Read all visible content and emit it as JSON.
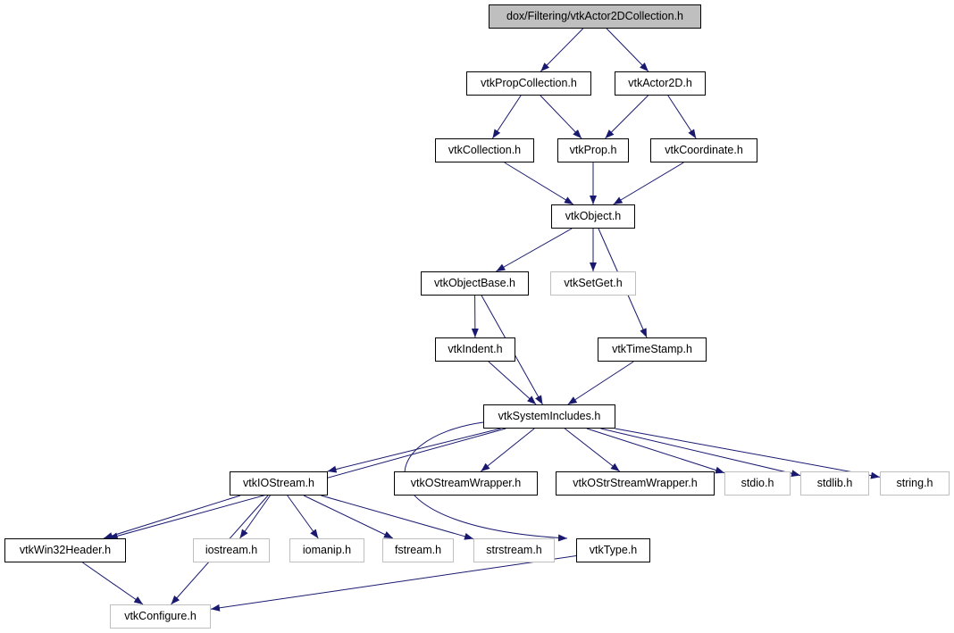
{
  "graph": {
    "edge_color": "#191970",
    "nodes": [
      {
        "id": "root",
        "label": "dox/Filtering/vtkActor2DCollection.h",
        "kind": "root"
      },
      {
        "id": "propcoll",
        "label": "vtkPropCollection.h",
        "kind": "doc"
      },
      {
        "id": "actor2d",
        "label": "vtkActor2D.h",
        "kind": "doc"
      },
      {
        "id": "collection",
        "label": "vtkCollection.h",
        "kind": "doc"
      },
      {
        "id": "prop",
        "label": "vtkProp.h",
        "kind": "doc"
      },
      {
        "id": "coordinate",
        "label": "vtkCoordinate.h",
        "kind": "doc"
      },
      {
        "id": "object",
        "label": "vtkObject.h",
        "kind": "doc"
      },
      {
        "id": "objectbase",
        "label": "vtkObjectBase.h",
        "kind": "doc"
      },
      {
        "id": "setget",
        "label": "vtkSetGet.h",
        "kind": "ext"
      },
      {
        "id": "indent",
        "label": "vtkIndent.h",
        "kind": "doc"
      },
      {
        "id": "timestamp",
        "label": "vtkTimeStamp.h",
        "kind": "doc"
      },
      {
        "id": "sysinc",
        "label": "vtkSystemIncludes.h",
        "kind": "doc"
      },
      {
        "id": "iostreamh",
        "label": "vtkIOStream.h",
        "kind": "doc"
      },
      {
        "id": "ostreamwrap",
        "label": "vtkOStreamWrapper.h",
        "kind": "doc"
      },
      {
        "id": "ostrstreamwrap",
        "label": "vtkOStrStreamWrapper.h",
        "kind": "doc"
      },
      {
        "id": "stdio",
        "label": "stdio.h",
        "kind": "ext"
      },
      {
        "id": "stdlib",
        "label": "stdlib.h",
        "kind": "ext"
      },
      {
        "id": "string",
        "label": "string.h",
        "kind": "ext"
      },
      {
        "id": "win32",
        "label": "vtkWin32Header.h",
        "kind": "doc"
      },
      {
        "id": "iostream",
        "label": "iostream.h",
        "kind": "ext"
      },
      {
        "id": "iomanip",
        "label": "iomanip.h",
        "kind": "ext"
      },
      {
        "id": "fstream",
        "label": "fstream.h",
        "kind": "ext"
      },
      {
        "id": "strstream",
        "label": "strstream.h",
        "kind": "ext"
      },
      {
        "id": "type",
        "label": "vtkType.h",
        "kind": "doc"
      },
      {
        "id": "configure",
        "label": "vtkConfigure.h",
        "kind": "ext"
      }
    ],
    "edges": [
      [
        "root",
        "propcoll"
      ],
      [
        "root",
        "actor2d"
      ],
      [
        "propcoll",
        "collection"
      ],
      [
        "propcoll",
        "prop"
      ],
      [
        "actor2d",
        "prop"
      ],
      [
        "actor2d",
        "coordinate"
      ],
      [
        "collection",
        "object"
      ],
      [
        "prop",
        "object"
      ],
      [
        "coordinate",
        "object"
      ],
      [
        "object",
        "objectbase"
      ],
      [
        "object",
        "setget"
      ],
      [
        "object",
        "timestamp"
      ],
      [
        "objectbase",
        "indent"
      ],
      [
        "objectbase",
        "sysinc"
      ],
      [
        "indent",
        "sysinc"
      ],
      [
        "timestamp",
        "sysinc"
      ],
      [
        "sysinc",
        "win32"
      ],
      [
        "sysinc",
        "iostreamh"
      ],
      [
        "sysinc",
        "ostreamwrap"
      ],
      [
        "sysinc",
        "ostrstreamwrap"
      ],
      [
        "sysinc",
        "stdio"
      ],
      [
        "sysinc",
        "stdlib"
      ],
      [
        "sysinc",
        "string"
      ],
      [
        "sysinc",
        "type"
      ],
      [
        "iostreamh",
        "win32"
      ],
      [
        "iostreamh",
        "configure"
      ],
      [
        "iostreamh",
        "iostream"
      ],
      [
        "iostreamh",
        "iomanip"
      ],
      [
        "iostreamh",
        "fstream"
      ],
      [
        "iostreamh",
        "strstream"
      ],
      [
        "win32",
        "configure"
      ],
      [
        "type",
        "configure"
      ]
    ]
  }
}
